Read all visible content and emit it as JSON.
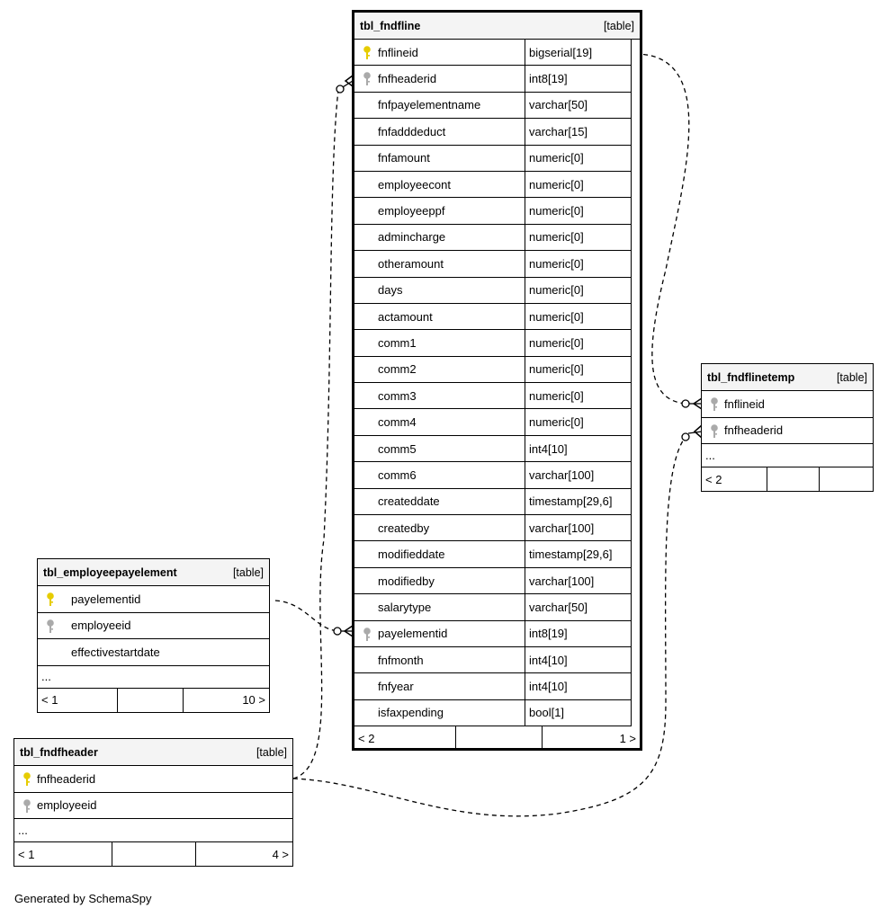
{
  "footer": "Generated by SchemaSpy",
  "colors": {
    "primary_key": "#e6cc00",
    "foreign_key": "#aaaaaa",
    "header_bg": "#f4f4f4",
    "line": "#000000"
  },
  "tables": {
    "fndfline": {
      "name": "tbl_fndfline",
      "type": "[table]",
      "columns": [
        {
          "name": "fnflineid",
          "type": "bigserial[19]",
          "key": "primary"
        },
        {
          "name": "fnfheaderid",
          "type": "int8[19]",
          "key": "foreign"
        },
        {
          "name": "fnfpayelementname",
          "type": "varchar[50]",
          "key": ""
        },
        {
          "name": "fnfadddeduct",
          "type": "varchar[15]",
          "key": ""
        },
        {
          "name": "fnfamount",
          "type": "numeric[0]",
          "key": ""
        },
        {
          "name": "employeecont",
          "type": "numeric[0]",
          "key": ""
        },
        {
          "name": "employeeppf",
          "type": "numeric[0]",
          "key": ""
        },
        {
          "name": "admincharge",
          "type": "numeric[0]",
          "key": ""
        },
        {
          "name": "otheramount",
          "type": "numeric[0]",
          "key": ""
        },
        {
          "name": "days",
          "type": "numeric[0]",
          "key": ""
        },
        {
          "name": "actamount",
          "type": "numeric[0]",
          "key": ""
        },
        {
          "name": "comm1",
          "type": "numeric[0]",
          "key": ""
        },
        {
          "name": "comm2",
          "type": "numeric[0]",
          "key": ""
        },
        {
          "name": "comm3",
          "type": "numeric[0]",
          "key": ""
        },
        {
          "name": "comm4",
          "type": "numeric[0]",
          "key": ""
        },
        {
          "name": "comm5",
          "type": "int4[10]",
          "key": ""
        },
        {
          "name": "comm6",
          "type": "varchar[100]",
          "key": ""
        },
        {
          "name": "createddate",
          "type": "timestamp[29,6]",
          "key": ""
        },
        {
          "name": "createdby",
          "type": "varchar[100]",
          "key": ""
        },
        {
          "name": "modifieddate",
          "type": "timestamp[29,6]",
          "key": ""
        },
        {
          "name": "modifiedby",
          "type": "varchar[100]",
          "key": ""
        },
        {
          "name": "salarytype",
          "type": "varchar[50]",
          "key": ""
        },
        {
          "name": "payelementid",
          "type": "int8[19]",
          "key": "foreign"
        },
        {
          "name": "fnfmonth",
          "type": "int4[10]",
          "key": ""
        },
        {
          "name": "fnfyear",
          "type": "int4[10]",
          "key": ""
        },
        {
          "name": "isfaxpending",
          "type": "bool[1]",
          "key": ""
        }
      ],
      "nav": {
        "left": "< 2",
        "middle": "",
        "right": "1 >"
      }
    },
    "fndflinetemp": {
      "name": "tbl_fndflinetemp",
      "type": "[table]",
      "columns": [
        {
          "name": "fnflineid",
          "key": "foreign"
        },
        {
          "name": "fnfheaderid",
          "key": "foreign"
        }
      ],
      "ellipsis": "...",
      "nav": {
        "left": "< 2",
        "middle": "",
        "right": ""
      }
    },
    "employeepayelement": {
      "name": "tbl_employeepayelement",
      "type": "[table]",
      "columns": [
        {
          "name": "payelementid",
          "key": "primary"
        },
        {
          "name": "employeeid",
          "key": "foreign"
        },
        {
          "name": "effectivestartdate",
          "key": ""
        }
      ],
      "ellipsis": "...",
      "nav": {
        "left": "< 1",
        "middle": "",
        "right": "10 >"
      }
    },
    "fndfheader": {
      "name": "tbl_fndfheader",
      "type": "[table]",
      "columns": [
        {
          "name": "fnfheaderid",
          "key": "primary"
        },
        {
          "name": "employeeid",
          "key": "foreign"
        }
      ],
      "ellipsis": "...",
      "nav": {
        "left": "< 1",
        "middle": "",
        "right": "4 >"
      }
    }
  }
}
